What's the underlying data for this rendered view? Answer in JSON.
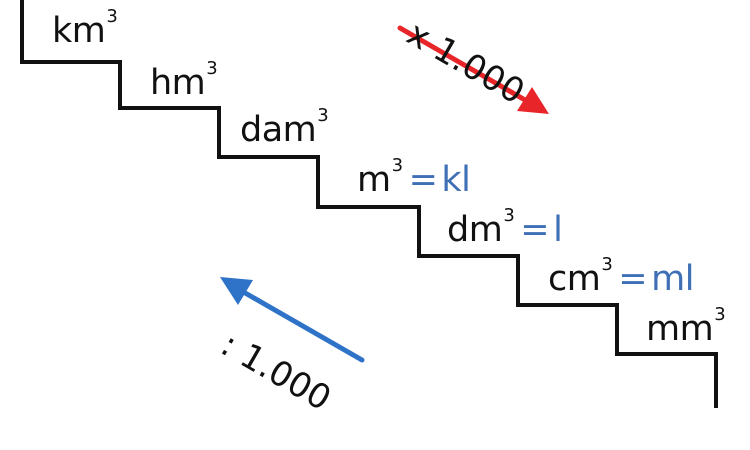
{
  "steps": [
    {
      "unit": "km",
      "exp": "3",
      "equiv": ""
    },
    {
      "unit": "hm",
      "exp": "3",
      "equiv": ""
    },
    {
      "unit": "dam",
      "exp": "3",
      "equiv": ""
    },
    {
      "unit": "m",
      "exp": "3",
      "equiv": "kl"
    },
    {
      "unit": "dm",
      "exp": "3",
      "equiv": "l"
    },
    {
      "unit": "cm",
      "exp": "3",
      "equiv": "ml"
    },
    {
      "unit": "mm",
      "exp": "3",
      "equiv": ""
    }
  ],
  "equals_sign": "=",
  "multiply": {
    "label": "x 1.000",
    "color": "#e8262a",
    "icon": "arrow-down-right-icon"
  },
  "divide": {
    "label": ": 1.000",
    "color": "#2f73c9",
    "icon": "arrow-up-left-icon"
  },
  "staircase_color": "#111111",
  "equivalence_color": "#3f6fb5"
}
